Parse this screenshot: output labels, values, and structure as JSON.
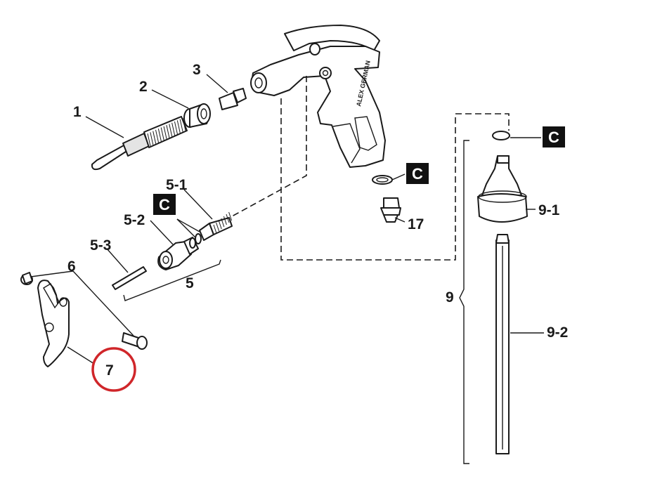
{
  "labels": {
    "l1": "1",
    "l2": "2",
    "l3": "3",
    "l5_1": "5-1",
    "l5_2": "5-2",
    "l5_3": "5-3",
    "l5": "5",
    "l6": "6",
    "l7": "7",
    "l9": "9",
    "l9_1": "9-1",
    "l9_2": "9-2",
    "l17": "17"
  },
  "callouts": {
    "c_gun": "C",
    "c_valve": "C",
    "c_tube": "C"
  },
  "branding": {
    "handle_text": "ALEX GERMAN"
  },
  "colors": {
    "line": "#1a1a1a",
    "callout_bg": "#111111",
    "highlight_circle": "#d0262a",
    "background": "#ffffff"
  }
}
